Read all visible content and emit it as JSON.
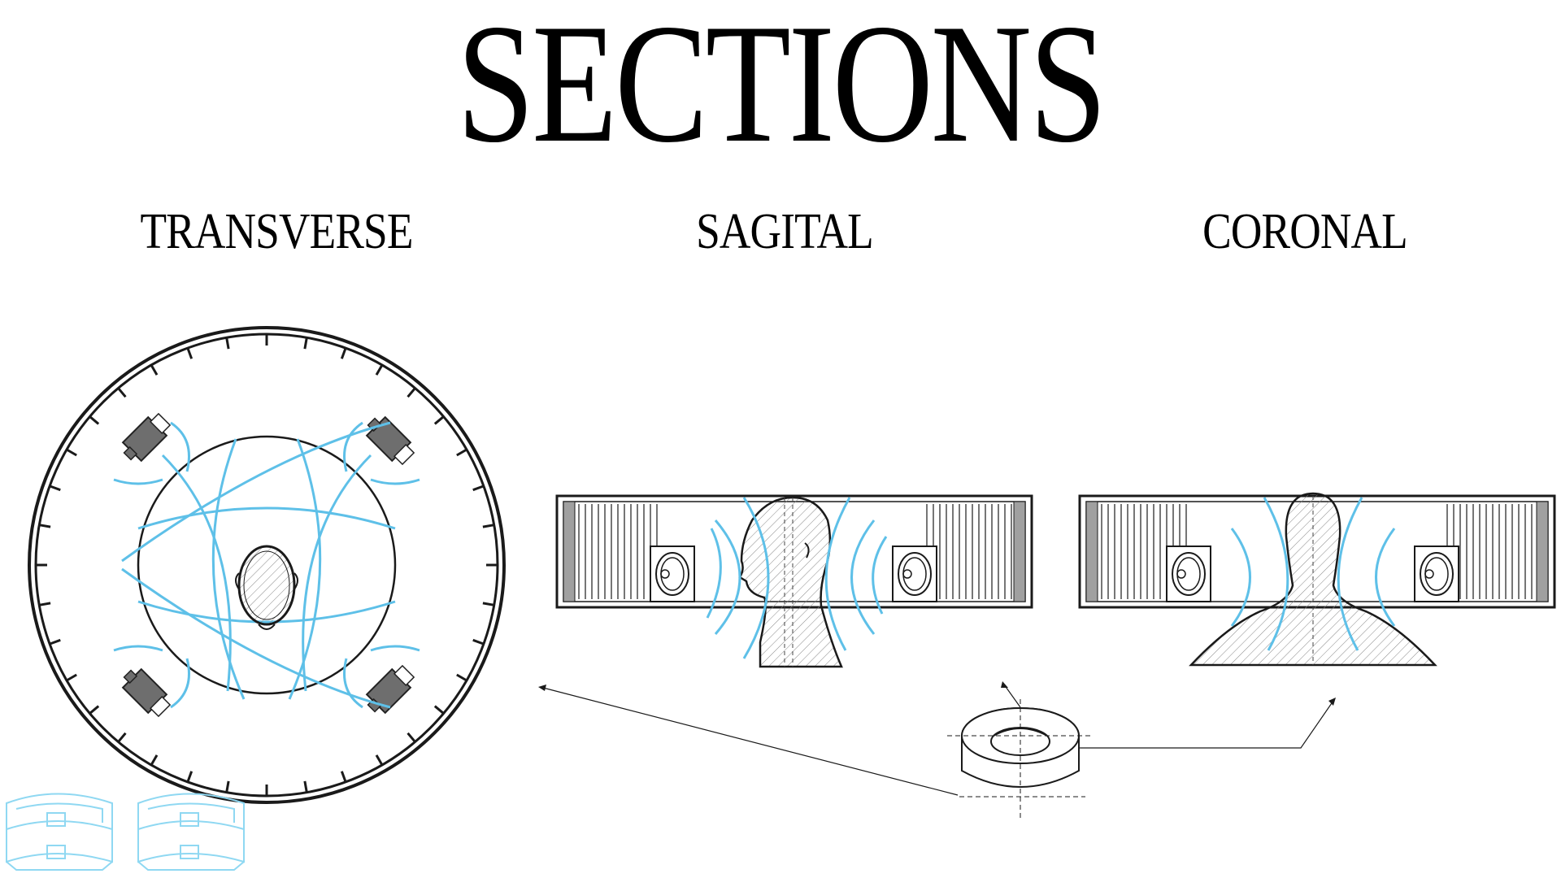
{
  "title": "SECTIONS",
  "sections": {
    "transverse": "TRANSVERSE",
    "sagital": "SAGITAL",
    "coronal": "CORONAL"
  },
  "colors": {
    "wave": "#5ec0e8",
    "outline": "#1a1a1a",
    "ring_fill": "#808080",
    "panel_fill": "#a0a0a0",
    "thumbnail": "#8fd8f2"
  }
}
